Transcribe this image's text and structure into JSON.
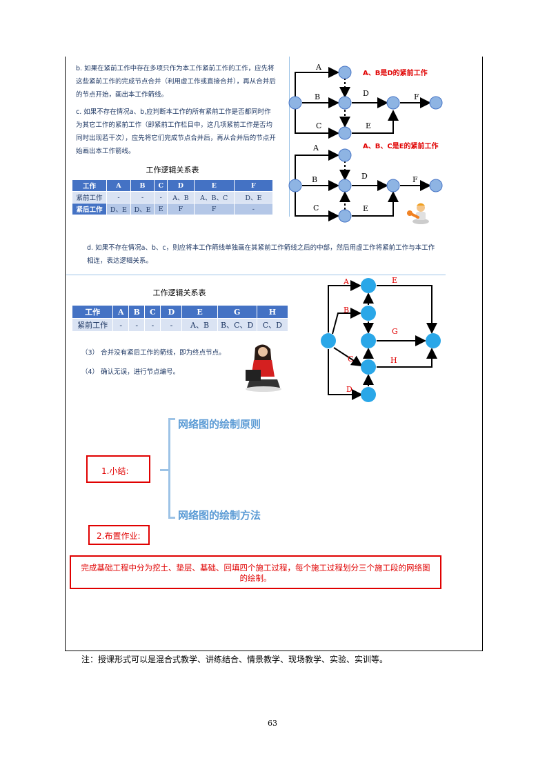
{
  "paragraphs": {
    "b": "b. 如果在紧前工作中存在多项只作为本工作紧前工作的工作，应先将这些紧前工作的完成节点合并（利用虚工作或直接合并），再从合并后的节点开始，画出本工作箭线。",
    "c": "c. 如果不存在情况a、b,应判断本工作的所有紧前工作是否都同时作为其它工作的紧前工作（即紧前工作栏目中，这几项紧前工作是否均同时出现若干次），应先将它们完成节点合并后，再从合并后的节点开始画出本工作箭线。",
    "d": "d. 如果不存在情况a、b、c，则应将本工作箭线单独画在其紧前工作箭线之后的中部，然后用虚工作将紧前工作与本工作相连，表达逻辑关系。"
  },
  "table1": {
    "title": "工作逻辑关系表",
    "header": [
      "工作",
      "A",
      "B",
      "C",
      "D",
      "E",
      "F"
    ],
    "rows": [
      [
        "紧前工作",
        "-",
        "-",
        "-",
        "A、B",
        "A、B、C",
        "D、E"
      ],
      [
        "紧后工作",
        "D、E",
        "D、E",
        "E",
        "F",
        "F",
        "-"
      ]
    ]
  },
  "table2": {
    "title": "工作逻辑关系表",
    "header": [
      "工作",
      "A",
      "B",
      "C",
      "D",
      "E",
      "G",
      "H"
    ],
    "rows": [
      [
        "紧前工作",
        "-",
        "-",
        "-",
        "-",
        "A、B",
        "B、C、D",
        "C、D"
      ]
    ]
  },
  "diagram1": {
    "caption": "A、B是D的紧前工作",
    "labels": {
      "a": "A",
      "b": "B",
      "c": "C",
      "d": "D",
      "e": "E",
      "f": "F"
    }
  },
  "diagram2": {
    "caption": "A、B、C是E的紧前工作",
    "labels": {
      "a": "A",
      "b": "B",
      "c": "C",
      "d": "D",
      "e": "E",
      "f": "F"
    }
  },
  "diagram3": {
    "labels": {
      "a": "A",
      "b": "B",
      "c": "C",
      "d": "D",
      "e": "E",
      "g": "G",
      "h": "H"
    }
  },
  "steps": {
    "s3": "（3） 合并没有紧后工作的箭线，即为终点节点。",
    "s4": "（4） 确认无误，进行节点编号。"
  },
  "summary": {
    "box1": "1.小结:",
    "head1": "网络图的绘制原则",
    "head2": "网络图的绘制方法",
    "box2": "2.布置作业:",
    "homework": "完成基础工程中分为挖土、垫层、基础、回填四个施工过程，每个施工过程划分三个施工段的网络图的绘制。"
  },
  "note": "注：授课形式可以是混合式教学、讲练结合、情景教学、现场教学、实验、实训等。",
  "page_number": "63",
  "colors": {
    "node_fill": "#8eb4e3",
    "node_fill_bright": "#2aa7e8",
    "red": "#e00000",
    "blue_head": "#5b9bd5",
    "table_header": "#4472c4"
  }
}
